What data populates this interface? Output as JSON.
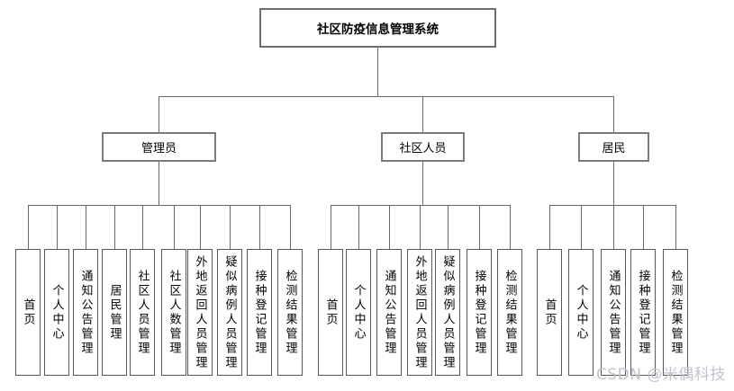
{
  "tree": {
    "root": {
      "label": "社区防疫信息管理系统"
    },
    "branches": [
      {
        "label": "管理员",
        "children": [
          "首页",
          "个人中心",
          "通知公告管理",
          "居民管理",
          "社区人员管理",
          "社区人数管理",
          "外地返回人员管理",
          "疑似病例人员管理",
          "接种登记管理",
          "检测结果管理"
        ]
      },
      {
        "label": "社区人员",
        "children": [
          "首页",
          "个人中心",
          "通知公告管理",
          "外地返回人员管理",
          "疑似病例人员管理",
          "接种登记管理",
          "检测结果管理"
        ]
      },
      {
        "label": "居民",
        "children": [
          "首页",
          "个人中心",
          "通知公告管理",
          "接种登记管理",
          "检测结果管理"
        ]
      }
    ]
  },
  "watermark": {
    "text": "CSDN @米偶科技"
  },
  "colors": {
    "line": "#666666",
    "box_border": "#595959",
    "text": "#000000",
    "watermark": "#c3c2cb",
    "background": "#ffffff"
  }
}
